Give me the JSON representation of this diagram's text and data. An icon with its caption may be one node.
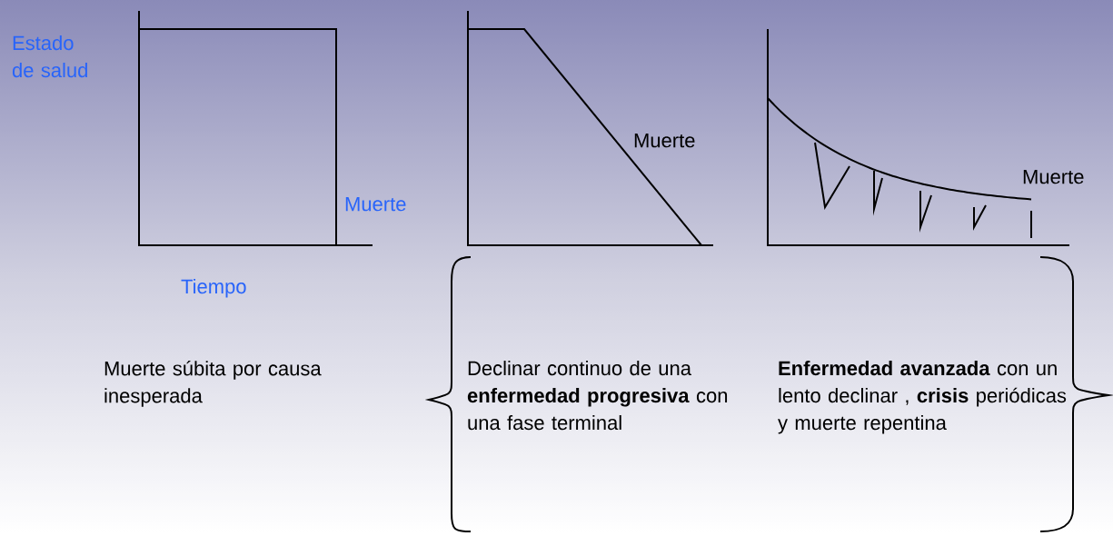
{
  "diagram": {
    "labels": [
      "Estado de salud",
      "Muerte",
      "Tiempo",
      "Muerte",
      "Muerte",
      "Muerte súbita por causa inesperada",
      "Declinar continuo de una **enfermedad progresiva** con una fase terminal",
      "**Enfermedad avanzada** con un lento declinar , **crisis** periódicas y muerte repentina"
    ]
  }
}
